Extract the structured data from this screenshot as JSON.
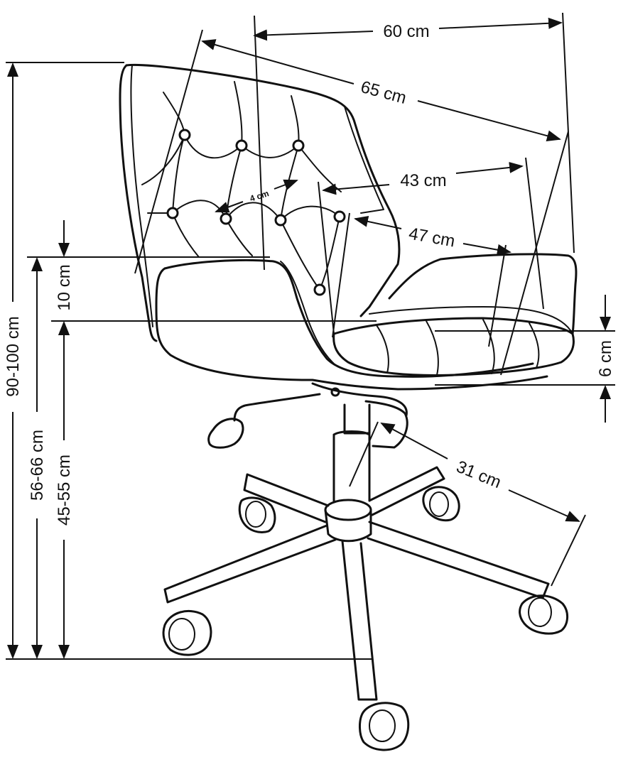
{
  "dimensions": {
    "seat_width": "60 cm",
    "overall_width": "65 cm",
    "seat_depth": "43 cm",
    "arm_width": "47 cm",
    "button_spacing": "4 cm",
    "armrest_height": "10 cm",
    "seat_thickness": "6 cm",
    "base_radius": "31 cm",
    "total_height": "90-100 cm",
    "armrest_floor_height": "56-66 cm",
    "seat_height": "45-55 cm"
  }
}
